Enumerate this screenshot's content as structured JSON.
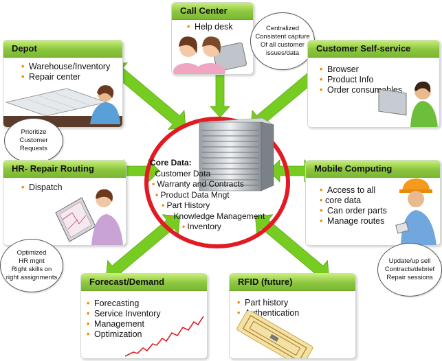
{
  "core": {
    "title": "Core Data:",
    "items": [
      "Customer Data",
      "Warranty and Contracts",
      "Product Data Mngt",
      "Part History",
      "Knowledge Management",
      "Inventory"
    ]
  },
  "boxes": {
    "call_center": {
      "title": "Call Center",
      "items": [
        "Help desk"
      ]
    },
    "depot": {
      "title": "Depot",
      "items": [
        "Warehouse/Inventory",
        "Repair center"
      ]
    },
    "self_service": {
      "title": "Customer Self-service",
      "items": [
        "Browser",
        "Product Info",
        "Order consumables"
      ]
    },
    "hr": {
      "title": "HR- Repair Routing",
      "items": [
        "Dispatch"
      ]
    },
    "mobile": {
      "title": "Mobile Computing",
      "items": [
        "Access to all",
        "core data",
        "Can order parts",
        "Manage routes"
      ]
    },
    "forecast": {
      "title": "Forecast/Demand",
      "items": [
        "Forecasting",
        "Service Inventory",
        "Management",
        "Optimization"
      ]
    },
    "rfid": {
      "title": "RFID (future)",
      "items": [
        "Part history",
        "Authentication"
      ]
    }
  },
  "bubbles": {
    "call_center": "Centralized\nConsistent capture\nOf all customer\nissues/data",
    "depot": "Prioritize\nCustomer\nRequests",
    "hr": "Optimized\nHR mgnt\nRight skills on\nright assignments",
    "mobile": "Update/up sell\nContracts/debrief\nRepair sessions"
  },
  "colors": {
    "arrow": "#77cc22",
    "ring": "#e21b23",
    "header": "#8cc63f",
    "bullet": "#f08a00"
  }
}
